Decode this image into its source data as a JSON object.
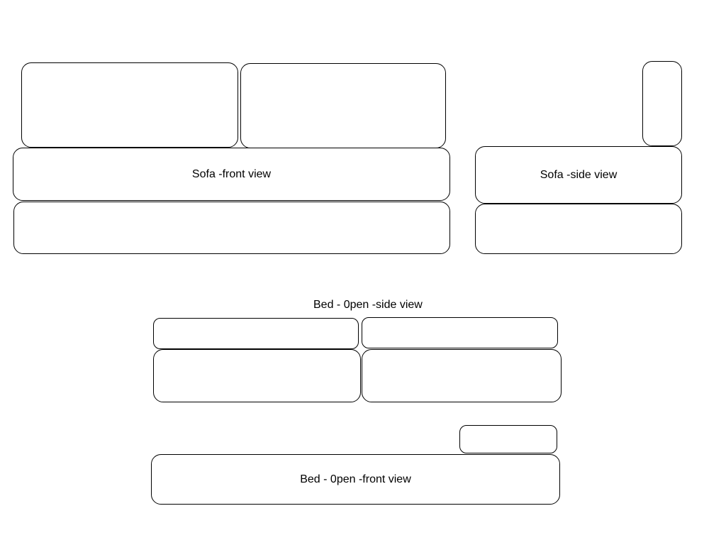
{
  "diagram": {
    "sofa_front": {
      "label": "Sofa -front view"
    },
    "sofa_side": {
      "label": "Sofa -side view"
    },
    "bed_side": {
      "label": "Bed - 0pen -side view"
    },
    "bed_front": {
      "label": "Bed - 0pen -front view"
    },
    "colors": {
      "stroke": "#000000",
      "background": "#ffffff"
    }
  }
}
